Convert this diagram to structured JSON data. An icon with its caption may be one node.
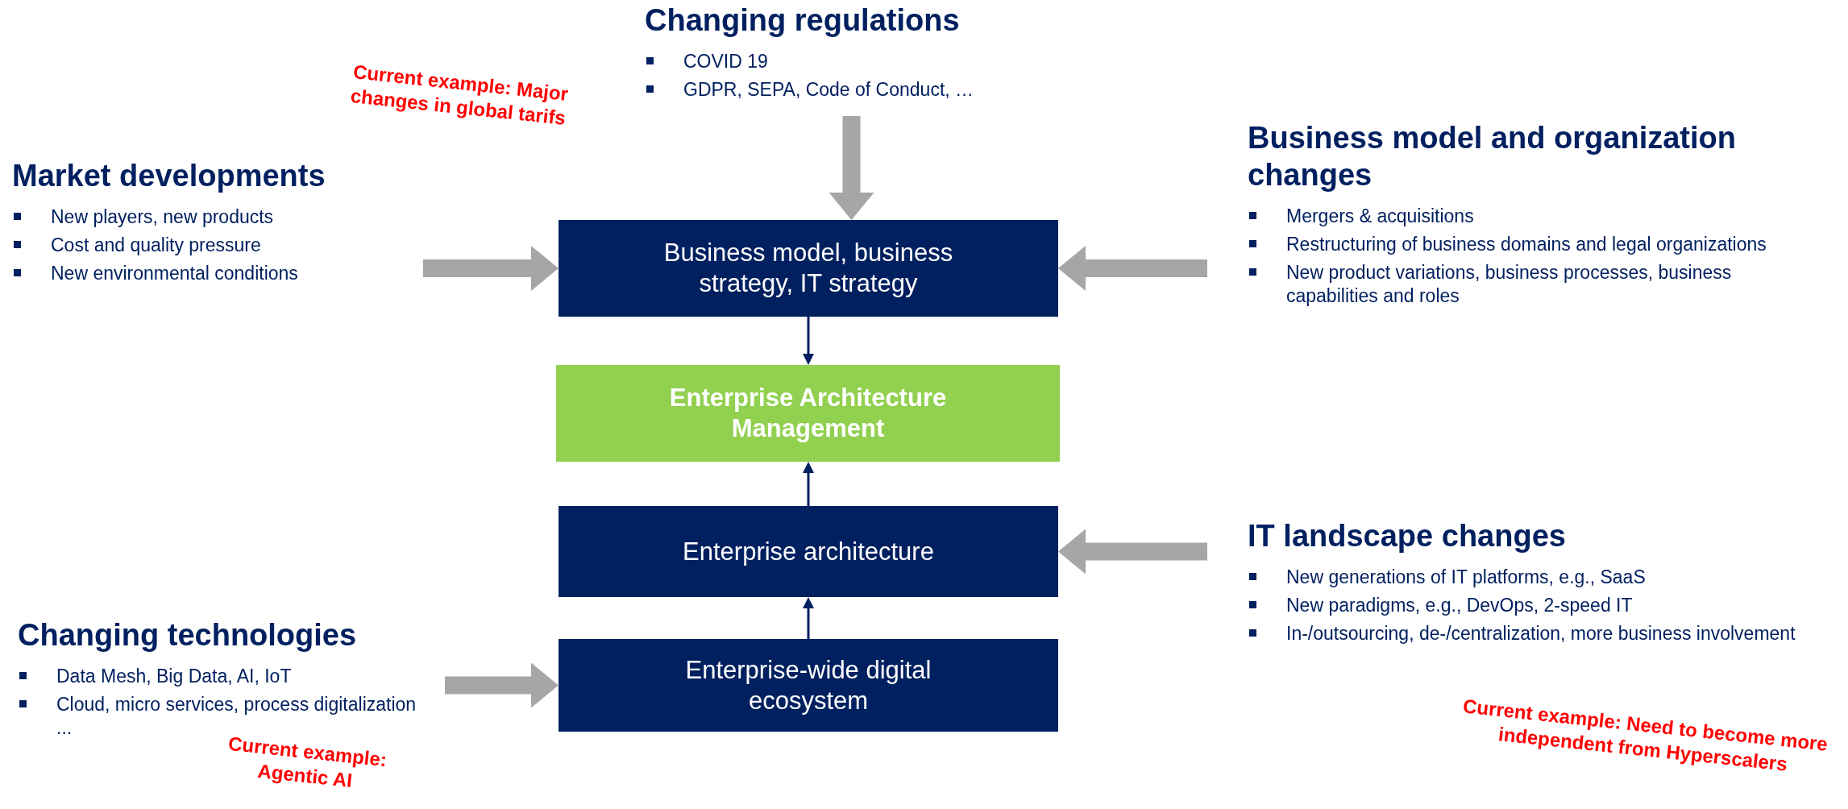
{
  "diagram": {
    "nodes": [
      {
        "text": [
          "Changing regulations",
          "COVID 19",
          "GDPR, SEPA, Code of Conduct, …"
        ]
      },
      {
        "text": [
          "Market developments",
          "New players, new products",
          "Cost and quality pressure",
          "New environmental conditions"
        ]
      },
      {
        "text": [
          "Business model, business strategy, IT strategy"
        ]
      },
      {
        "text": [
          "Business model and organization changes",
          "Mergers & acquisitions",
          "Restructuring of business domains and legal organizations",
          "New product variations, business processes, business capabilities and roles"
        ]
      },
      {
        "text": [
          "Enterprise Architecture Management"
        ]
      },
      {
        "text": [
          "Enterprise architecture"
        ]
      },
      {
        "text": [
          "IT landscape changes",
          "New generations of IT platforms, e.g., SaaS",
          "New paradigms, e.g., DevOps, 2-speed IT",
          "In-/outsourcing, de-/centralization, more business involvement"
        ]
      },
      {
        "text": [
          "Changing technologies",
          "Data Mesh, Big Data, AI, IoT",
          "Cloud, micro services, process digitalization ..."
        ]
      },
      {
        "text": [
          "Enterprise-wide digital ecosystem"
        ]
      }
    ],
    "edges": [
      {
        "from": 0,
        "to": 2,
        "arrow": "to"
      },
      {
        "from": 1,
        "to": 2,
        "arrow": "to"
      },
      {
        "from": 3,
        "to": 2,
        "arrow": "to"
      },
      {
        "from": 2,
        "to": 4,
        "arrow": "to",
        "color": "#002060"
      },
      {
        "from": 5,
        "to": 4,
        "arrow": "to",
        "color": "#002060"
      },
      {
        "from": 8,
        "to": 5,
        "arrow": "to",
        "color": "#002060"
      },
      {
        "from": 6,
        "to": 5,
        "arrow": "to"
      },
      {
        "from": 7,
        "to": 8,
        "arrow": "to"
      }
    ],
    "labels": [
      "Current example: Major changes in global tarifs",
      "Current example: Need to become more independent from Hyperscalers",
      "Current example: Agentic AI"
    ]
  }
}
